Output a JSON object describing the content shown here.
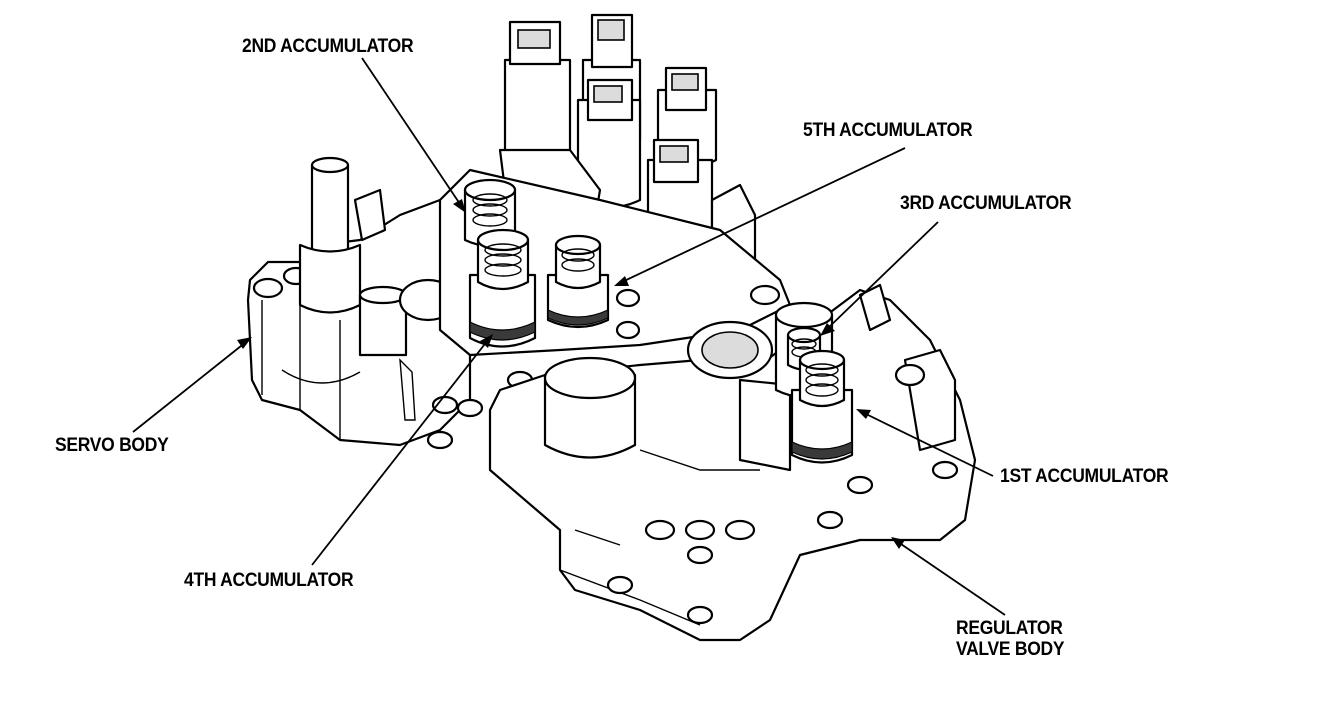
{
  "labels": {
    "accumulator_2nd": "2ND ACCUMULATOR",
    "accumulator_5th": "5TH ACCUMULATOR",
    "accumulator_3rd": "3RD ACCUMULATOR",
    "servo_body": "SERVO BODY",
    "accumulator_1st": "1ST ACCUMULATOR",
    "accumulator_4th": "4TH ACCUMULATOR",
    "regulator_line1": "REGULATOR",
    "regulator_line2": "VALVE BODY"
  },
  "colors": {
    "line": "#000000",
    "background": "#ffffff",
    "shade": "#dcdcdc"
  }
}
